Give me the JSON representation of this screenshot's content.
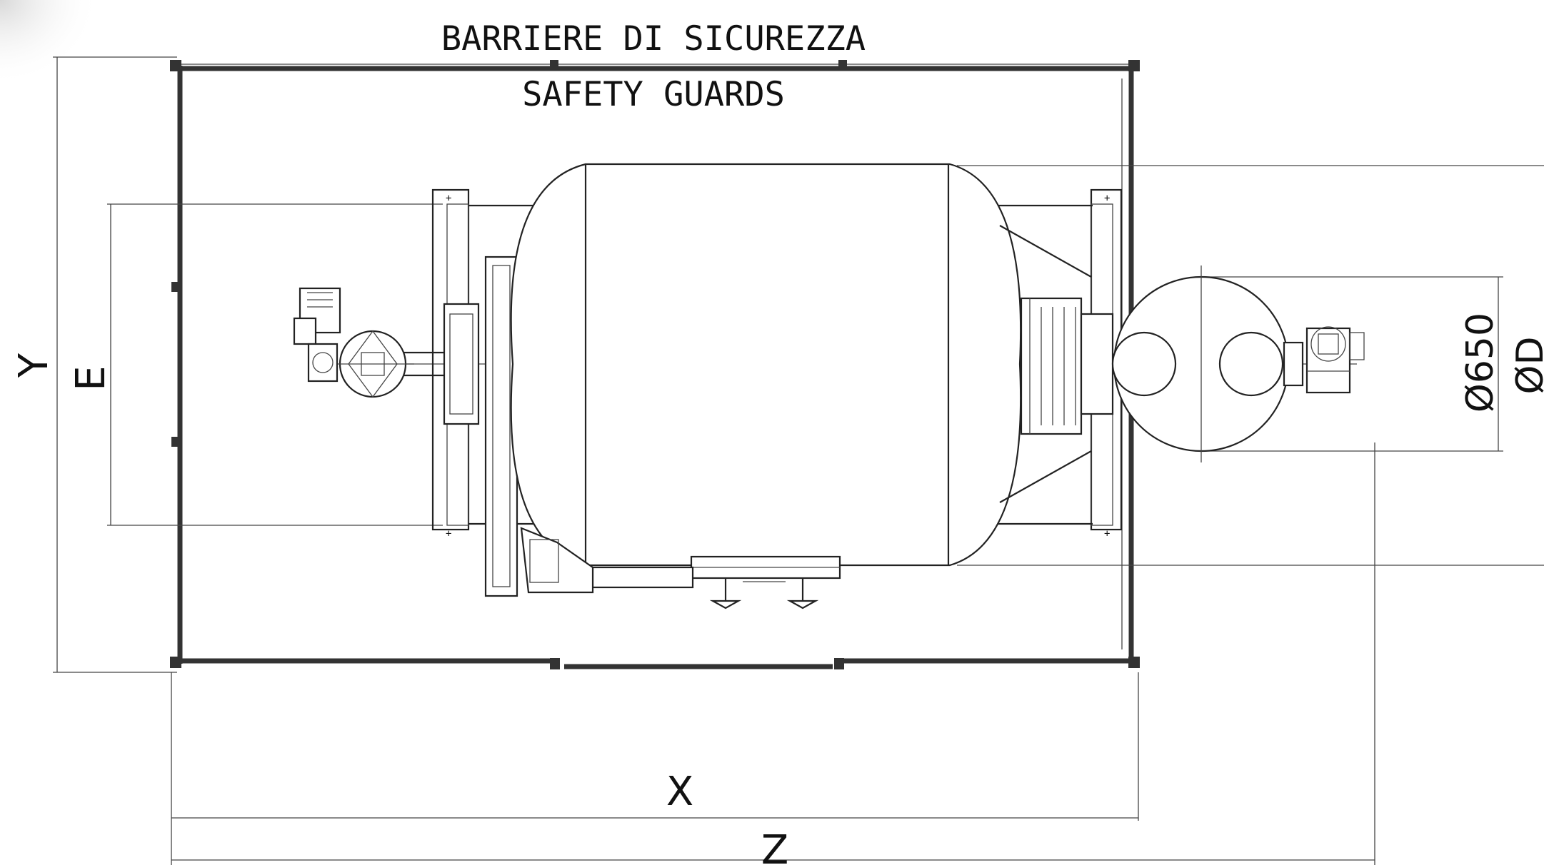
{
  "labels": {
    "title_it": "BARRIERE DI SICUREZZA",
    "title_en": "SAFETY GUARDS",
    "dim_x": "X",
    "dim_y": "Y",
    "dim_z": "Z",
    "dim_e": "E",
    "dim_650": "Ø650",
    "dim_d": "ØD"
  },
  "colors": {
    "line": "#222222",
    "background": "#ffffff"
  }
}
